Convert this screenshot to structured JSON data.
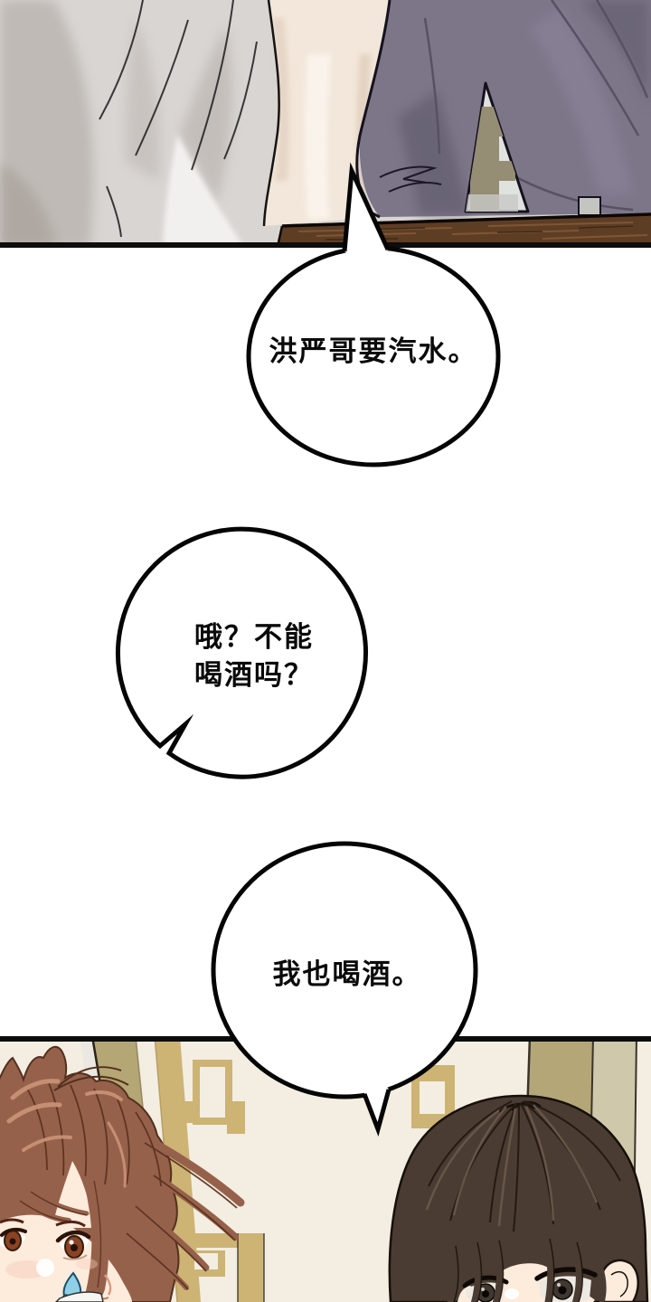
{
  "bubbles": [
    {
      "name": "bubble-top",
      "text": "洪严哥要汽水。"
    },
    {
      "name": "bubble-middle",
      "lines": [
        "哦？不能",
        "喝酒吗？"
      ]
    },
    {
      "name": "bubble-bottom",
      "text": "我也喝酒。"
    }
  ],
  "colors": {
    "page_background": "#ffffff",
    "bubble_fill": "#ffffff",
    "bubble_stroke": "#050505",
    "bubble_text": "#0a0a0a",
    "panel_border": "#0d0d0d",
    "top_panel": {
      "fabric_gray": "#d8d5d2",
      "fabric_gray_shadow": "#aca49f",
      "fabric_cream": "#f2e7da",
      "clothing_purple": "#7d7689",
      "clothing_purple_dark": "#5a5468",
      "window_gap_gray": "#dfe2df",
      "window_frame_tan": "#958d74",
      "table_wood": "#5e3d25",
      "table_grain": "#7e5633"
    },
    "bottom_panel": {
      "wall_cream": "#f3eee1",
      "door_strip_white": "#ebe8e1",
      "screen_tan": "#b5a775",
      "lattice_gold": "#cdb374",
      "column_tan": "#b5a678",
      "column_sage": "#cfc8ab",
      "hair_auburn": "#96614a",
      "hair_auburn_highlight": "#cb9478",
      "hair_auburn_dark": "#5a3020",
      "hair_black_brown": "#4a3c32",
      "hair_black_brown_light": "#6b594a",
      "skin": "#fdebdc",
      "iris_brown": "#8a4423",
      "iris_dark_gray": "#3f3831",
      "sweat_drop_blue": "#8fd0e6"
    }
  }
}
